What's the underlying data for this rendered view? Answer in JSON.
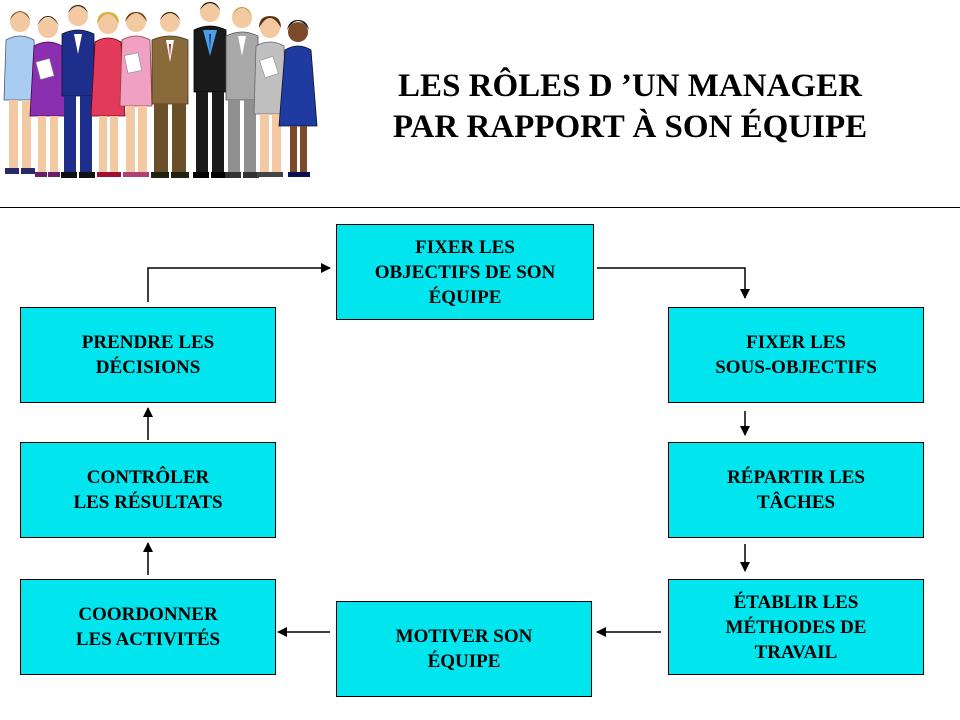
{
  "title": {
    "line1": "LES RÔLES D ’UN MANAGER",
    "line2": "PAR RAPPORT À SON ÉQUIPE"
  },
  "colors": {
    "box_fill": "#00e5ee",
    "box_border": "#000000",
    "arrow": "#000000"
  },
  "steps": [
    {
      "id": "fixer-objectifs",
      "lines": [
        "FIXER LES",
        "OBJECTIFS DE SON",
        "ÉQUIPE"
      ]
    },
    {
      "id": "fixer-sous-objectifs",
      "lines": [
        "FIXER LES",
        "SOUS-OBJECTIFS"
      ]
    },
    {
      "id": "repartir-taches",
      "lines": [
        "RÉPARTIR LES",
        "TÂCHES"
      ]
    },
    {
      "id": "etablir-methodes",
      "lines": [
        "ÉTABLIR LES",
        "MÉTHODES DE",
        "TRAVAIL"
      ]
    },
    {
      "id": "motiver-equipe",
      "lines": [
        "MOTIVER SON",
        "ÉQUIPE"
      ]
    },
    {
      "id": "coordonner-activites",
      "lines": [
        "COORDONNER",
        "LES ACTIVITÉS"
      ]
    },
    {
      "id": "controler-resultats",
      "lines": [
        "CONTRÔLER",
        "LES RÉSULTATS"
      ]
    },
    {
      "id": "prendre-decisions",
      "lines": [
        "PRENDRE LES",
        "DÉCISIONS"
      ]
    }
  ],
  "illustration": {
    "icon": "business-team-icon",
    "people_count": 10
  }
}
